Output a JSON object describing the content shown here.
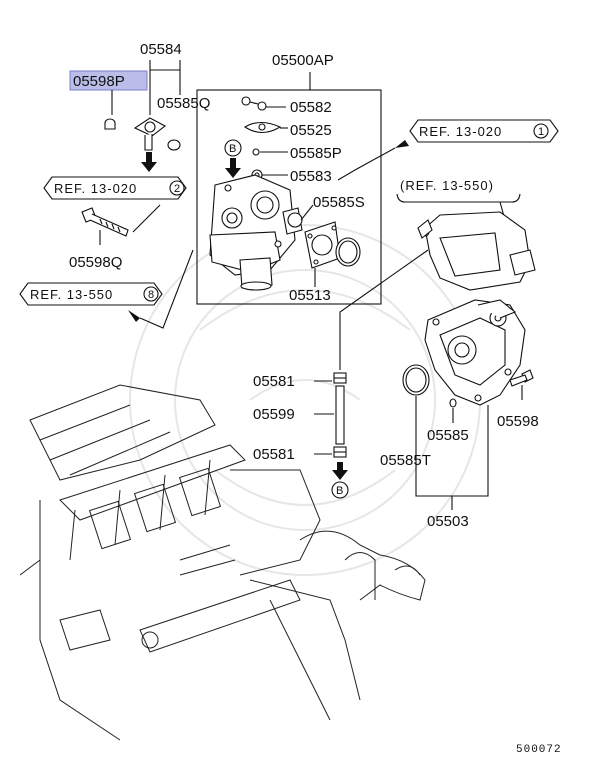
{
  "labels": {
    "p05584": "05584",
    "p05598P": "05598P",
    "p05585Q": "05585Q",
    "p05500AP": "05500AP",
    "p05582": "05582",
    "p05525": "05525",
    "p05585P": "05585P",
    "p05583": "05583",
    "p05585S": "05585S",
    "p05513": "05513",
    "p05598Q": "05598Q",
    "p05581a": "05581",
    "p05599": "05599",
    "p05581b": "05581",
    "p05598": "05598",
    "p05585": "05585",
    "p05585T": "05585T",
    "p05503": "05503"
  },
  "refs": {
    "r1_text": "REF. 13-020",
    "r1_num": "1",
    "r2_text": "REF. 13-020",
    "r2_num": "2",
    "r3_text": "REF. 13-550",
    "r3_num": "8",
    "r4_text": "(REF. 13-550)"
  },
  "markers": {
    "b_top": "B",
    "b_bottom": "B"
  },
  "diagram_code": "500072",
  "colors": {
    "highlight": "#b9bde8",
    "line": "#111111"
  }
}
